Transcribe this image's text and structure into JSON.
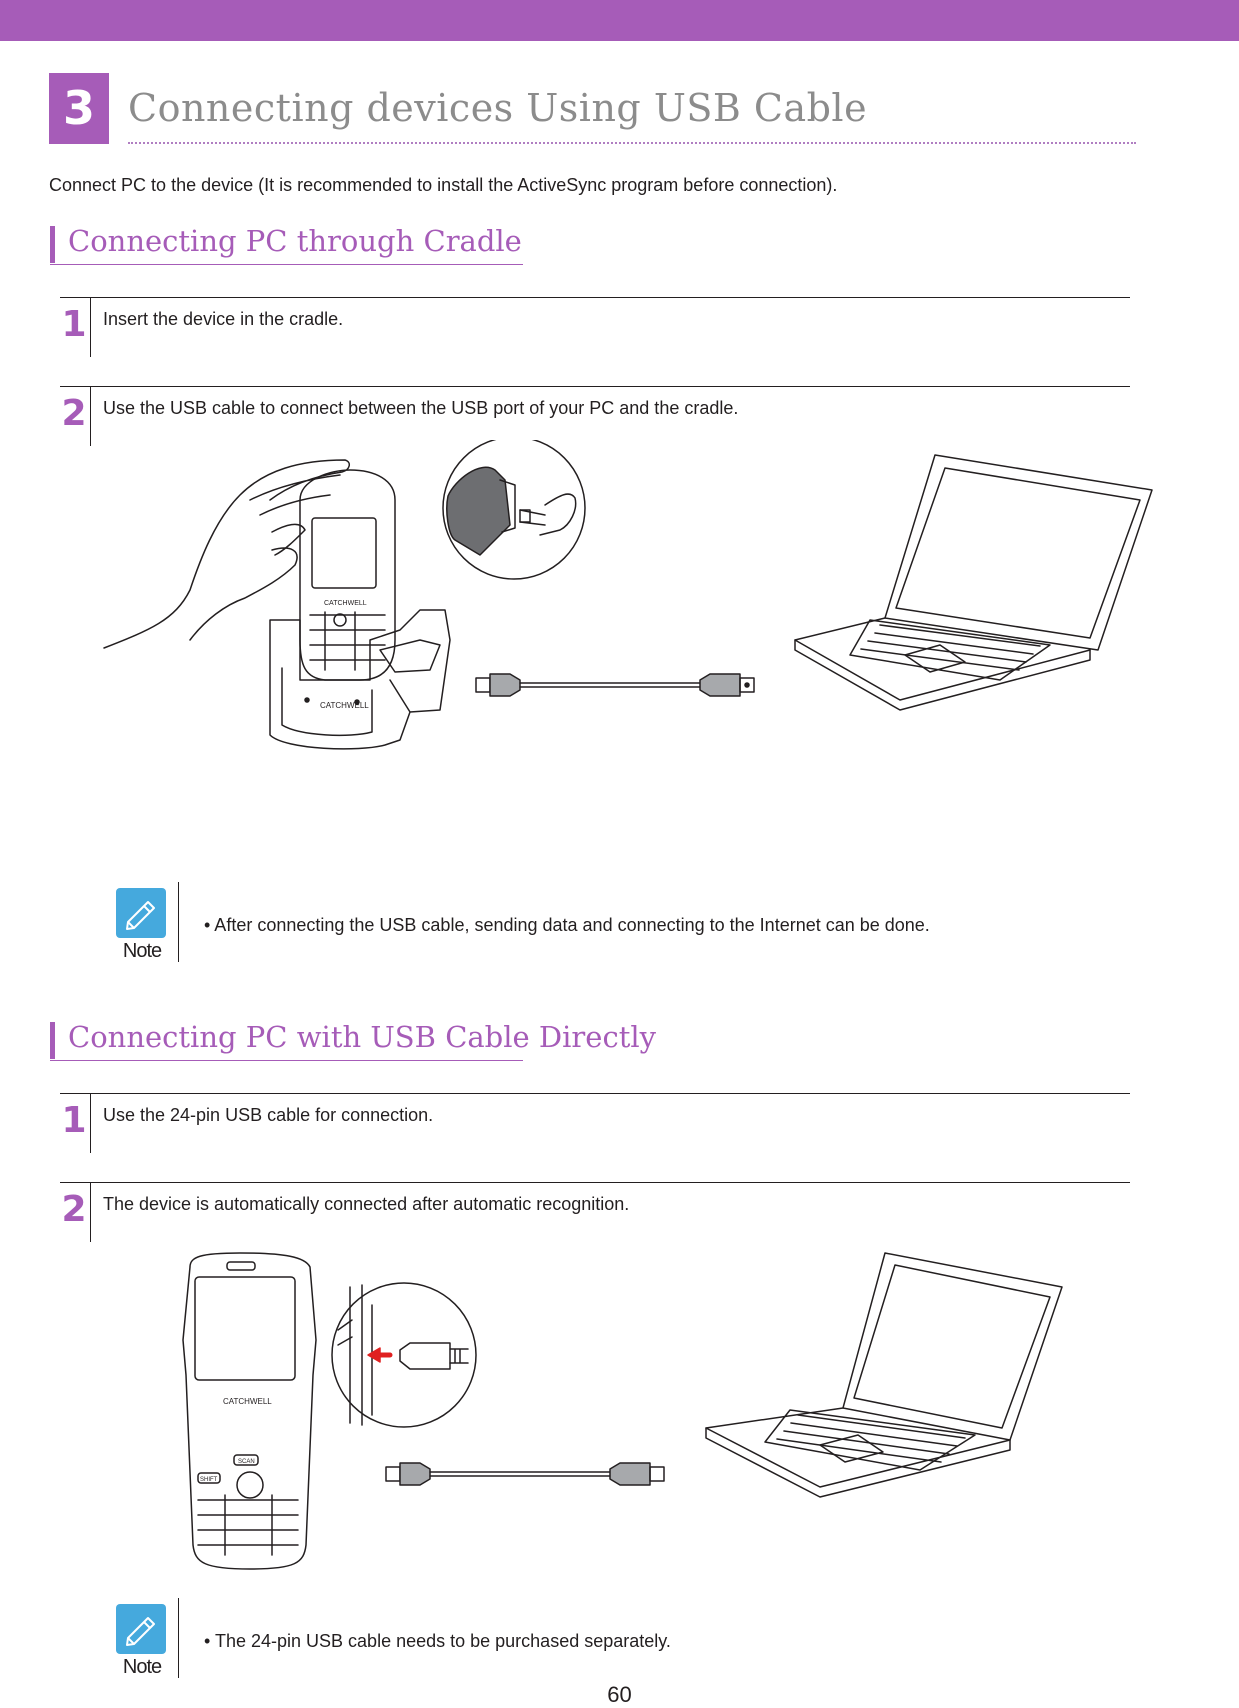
{
  "section": {
    "number": "3",
    "title": "Connecting devices Using USB Cable",
    "intro": "Connect PC to the device (It is recommended to install the ActiveSync program before connection)."
  },
  "cradle": {
    "heading": "Connecting PC through Cradle",
    "steps": [
      {
        "num": "1",
        "text": "Insert the device in the cradle."
      },
      {
        "num": "2",
        "text": "Use the USB cable to connect between the USB port of your PC and the cradle."
      }
    ],
    "note_label": "Note",
    "note_text": "• After connecting the USB cable, sending data and connecting to the Internet can be done.",
    "device_brand": "CATCHWELL"
  },
  "direct": {
    "heading": "Connecting PC with USB Cable Directly",
    "steps": [
      {
        "num": "1",
        "text": "Use the 24-pin USB cable for connection."
      },
      {
        "num": "2",
        "text": "The device is automatically connected after automatic recognition."
      }
    ],
    "note_label": "Note",
    "note_text": "• The 24-pin USB cable needs to be purchased separately.",
    "device_brand": "CATCHWELL",
    "key_scan": "SCAN",
    "key_shift": "SHIFT"
  },
  "page_number": "60",
  "colors": {
    "accent": "#a65cb8",
    "note_icon": "#45a9dd",
    "arrow": "#e02020"
  },
  "icons": {
    "note": "pencil-note-icon"
  }
}
